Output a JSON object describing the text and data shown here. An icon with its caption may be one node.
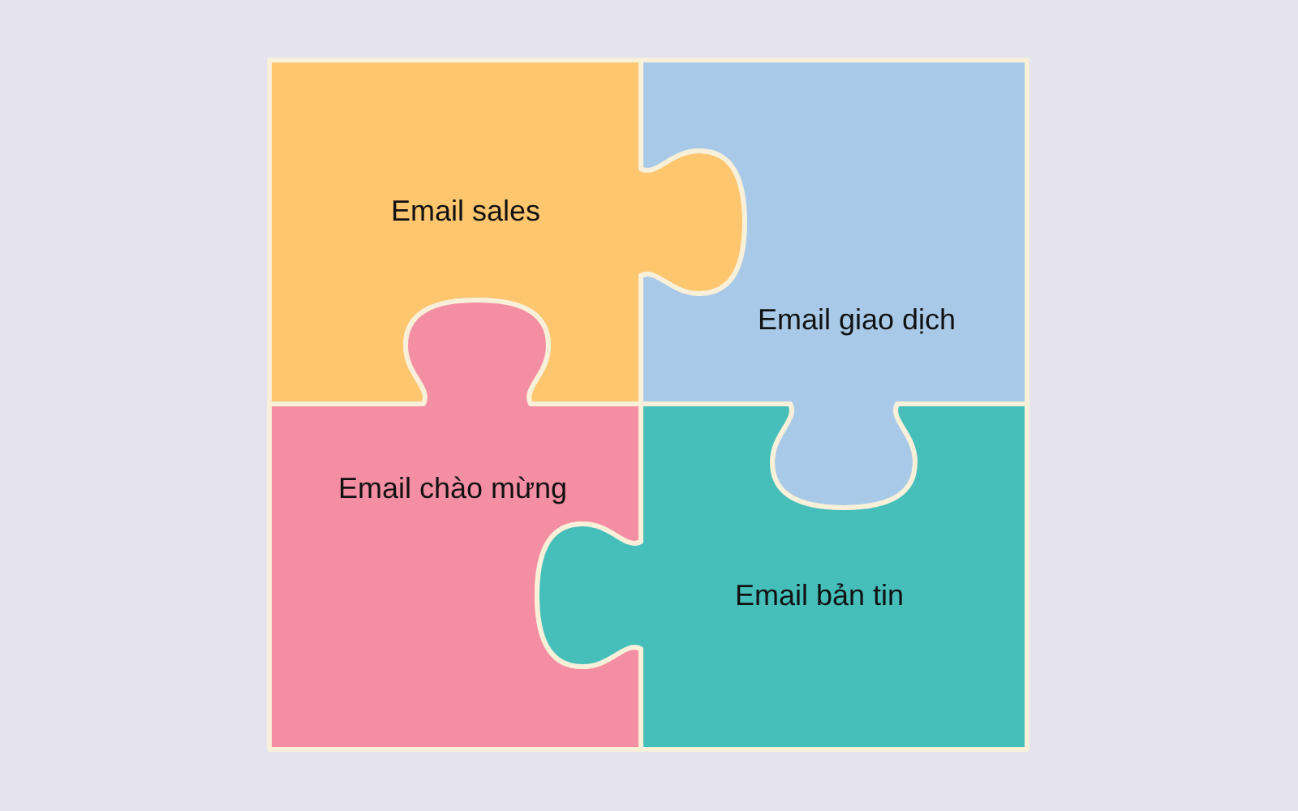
{
  "diagram": {
    "nodes": [
      {
        "text": [
          "Email sales"
        ]
      },
      {
        "text": [
          "Email giao dịch"
        ]
      },
      {
        "text": [
          "Email chào mừng"
        ]
      },
      {
        "text": [
          "Email bản tin"
        ]
      }
    ]
  }
}
